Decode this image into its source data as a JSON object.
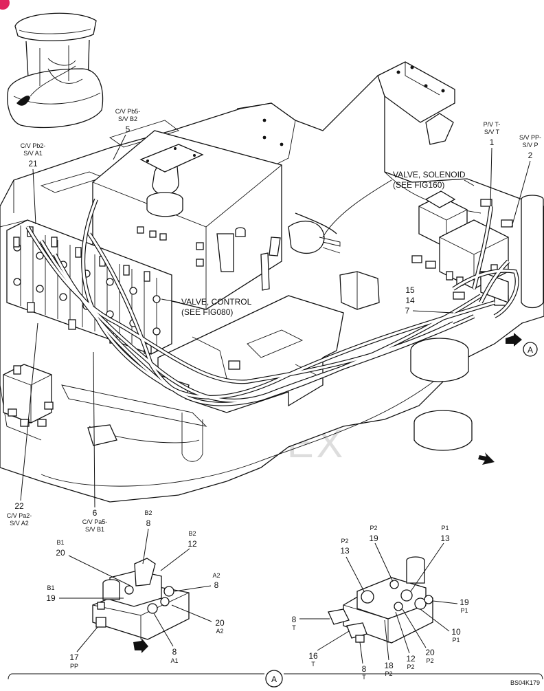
{
  "figure_code": "BS04K179",
  "section_view_marker": "A",
  "view_arrow_label": "A",
  "callouts": {
    "valve_solenoid": [
      "VALVE, SOLENOID",
      "(SEE FIG160)"
    ],
    "valve_control": [
      "VALVE, CONTROL",
      "(SEE FIG080)"
    ]
  },
  "watermark": "ИНТЕХ",
  "main_labels": [
    {
      "id": "cv-pb5",
      "lines": [
        "C/V Pb5-",
        "S/V B2"
      ],
      "num": "5"
    },
    {
      "id": "cv-pb2",
      "lines": [
        "C/V Pb2-",
        "S/V A1"
      ],
      "num": "21"
    },
    {
      "id": "pv-t",
      "lines": [
        "P/V T-",
        "S/V T"
      ],
      "num": "1"
    },
    {
      "id": "sv-pp",
      "lines": [
        "S/V PP-",
        "S/V P"
      ],
      "num": "2"
    },
    {
      "id": "cv-pa2",
      "num": "22",
      "lines": [
        "C/V Pa2-",
        "S/V A2"
      ]
    },
    {
      "id": "cv-pa5",
      "num": "6",
      "lines": [
        "C/V Pa5-",
        "S/V B1"
      ]
    }
  ],
  "right_stack": [
    "15",
    "14",
    "7"
  ],
  "detail_left": [
    {
      "tag": "B2",
      "num": "8"
    },
    {
      "tag": "B2",
      "num": "12"
    },
    {
      "tag": "B1",
      "num": "20"
    },
    {
      "tag": "A2",
      "num": "8"
    },
    {
      "tag": "B1",
      "num": "19"
    },
    {
      "num": "20",
      "tag": "A2"
    },
    {
      "num": "17",
      "tag": "PP"
    },
    {
      "num": "8",
      "tag": "A1"
    }
  ],
  "detail_right": [
    {
      "tag": "P2",
      "num": "19"
    },
    {
      "tag": "P2",
      "num": "13"
    },
    {
      "tag": "P1",
      "num": "13"
    },
    {
      "num": "8",
      "tag": "T"
    },
    {
      "num": "19",
      "tag": "P1"
    },
    {
      "num": "10",
      "tag": "P1"
    },
    {
      "num": "16",
      "tag": "T"
    },
    {
      "num": "20",
      "tag": "P2"
    },
    {
      "num": "12",
      "tag": "P2"
    },
    {
      "num": "18",
      "tag": "P2"
    },
    {
      "num": "8",
      "tag": "T"
    }
  ]
}
